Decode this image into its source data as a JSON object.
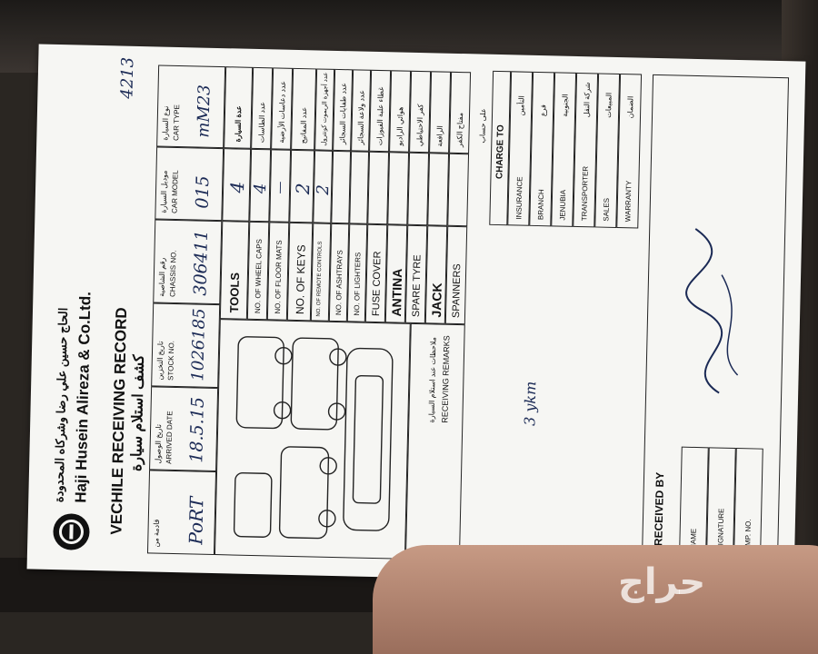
{
  "company": {
    "arabic_name": "الحاج حسين علي رضا وشركاه المحدودة",
    "english_name": "Haji Husein Alireza & Co.Ltd."
  },
  "title": {
    "english": "VECHILE RECEIVING RECORD",
    "arabic": "كشف استلام سيارة"
  },
  "ref_number": "4213",
  "header_fields": [
    {
      "ar": "قادمة من",
      "en": "",
      "value": "PoRT"
    },
    {
      "ar": "تاريخ الوصول",
      "en": "ARRIVED DATE",
      "value": "18.5.15"
    },
    {
      "ar": "تاريخ التخزين",
      "en": "STOCK NO.",
      "value": "1026185"
    },
    {
      "ar": "رقم الشاصية",
      "en": "CHASSIS NO.",
      "value": "306411"
    },
    {
      "ar": "موديل السيارة",
      "en": "CAR MODEL",
      "value": "015"
    },
    {
      "ar": "نوع السيارة",
      "en": "CAR TYPE",
      "value": "mM23"
    }
  ],
  "checklist": [
    {
      "en": "TOOLS",
      "ar": "عدة السيارة",
      "value": "4"
    },
    {
      "en": "NO. OF WHEEL CAPS",
      "ar": "عدد الطاسات",
      "value": "4"
    },
    {
      "en": "NO. OF FLOOR MATS",
      "ar": "عدد دعاسات الأرضية",
      "value": "—"
    },
    {
      "en": "NO. OF KEYS",
      "ar": "عدد المفاتيح",
      "value": "2"
    },
    {
      "en": "NO. OF REMOTE CONTROLS",
      "ar": "عدد أجهزة الريموت كونترول",
      "value": "2"
    },
    {
      "en": "NO. OF ASHTRAYS",
      "ar": "عدد طفايات السجائر",
      "value": ""
    },
    {
      "en": "NO. OF LIGHTERS",
      "ar": "عدد ولاعة السجائر",
      "value": ""
    },
    {
      "en": "FUSE COVER",
      "ar": "غطاء علبة الفيوزات",
      "value": ""
    },
    {
      "en": "ANTINA",
      "ar": "هوائي الراديو",
      "value": ""
    },
    {
      "en": "SPARE TYRE",
      "ar": "كفر الاحتياطي",
      "value": ""
    },
    {
      "en": "JACK",
      "ar": "الرافعة",
      "value": ""
    },
    {
      "en": "SPANNERS",
      "ar": "مفتاح الكفر",
      "value": ""
    }
  ],
  "remarks": {
    "ar": "ملاحظات عند استلام السيارة",
    "en": "RECEIVING REMARKS",
    "note": "3 ykm"
  },
  "charge_to": {
    "title": "CHARGE TO",
    "ar_title": "على حساب",
    "items": [
      {
        "en": "INSURANCE",
        "ar": "التأمين"
      },
      {
        "en": "BRANCH",
        "ar": "فرع"
      },
      {
        "en": "JENUBIA",
        "ar": "الجنوبية"
      },
      {
        "en": "TRANSPORTER",
        "ar": "شركة النقل"
      },
      {
        "en": "SALES",
        "ar": "المبيعات"
      },
      {
        "en": "WARRANTY",
        "ar": "الضمان"
      }
    ]
  },
  "received_by": {
    "title": "RECEIVED BY",
    "fields": [
      "NAME",
      "SIGNATURE",
      "EMP. NO."
    ]
  },
  "watermark": "حراج"
}
